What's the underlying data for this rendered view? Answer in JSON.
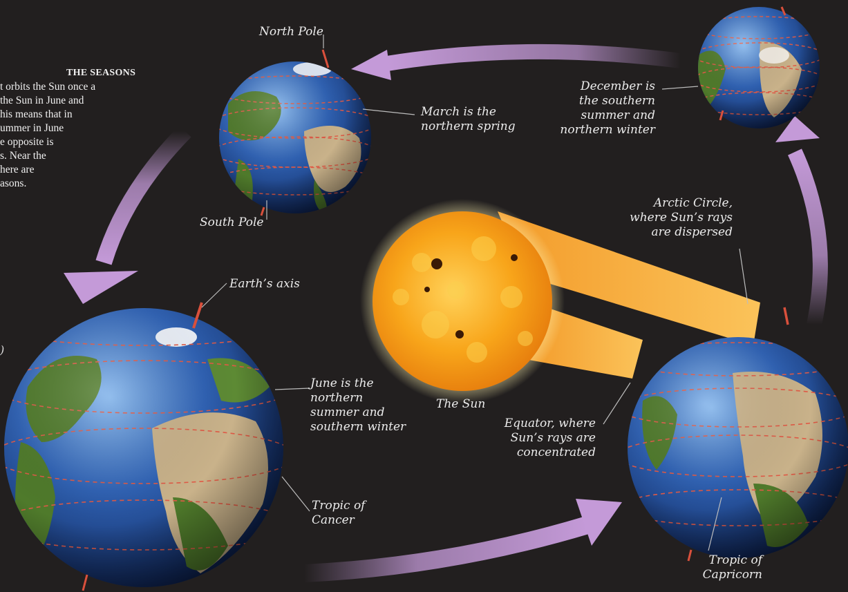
{
  "intro": {
    "title": "THE SEASONS",
    "lines": [
      "t orbits the Sun once a",
      "the Sun in June and",
      "his means that in",
      "ummer in June",
      "e opposite is",
      "s. Near the",
      "here are",
      "asons."
    ]
  },
  "edge_glyph": ")",
  "labels": {
    "north_pole": "North Pole",
    "south_pole": "South Pole",
    "march": [
      "March is the",
      "northern spring"
    ],
    "december": [
      "December is",
      "the southern",
      "summer and",
      "northern winter"
    ],
    "earths_axis": "Earth’s axis",
    "june": [
      "June is the",
      "northern",
      "summer and",
      "southern winter"
    ],
    "tropic_cancer": [
      "Tropic of",
      "Cancer"
    ],
    "the_sun": "The Sun",
    "arctic": [
      "Arctic Circle,",
      "where Sun’s rays",
      "are dispersed"
    ],
    "equator": [
      "Equator, where",
      "Sun’s rays are",
      "concentrated"
    ],
    "tropic_capricorn": [
      "Tropic of",
      "Capricorn"
    ]
  },
  "colors": {
    "background": "#221f1f",
    "arrow": "#c49ad8",
    "sun": "#f6a417",
    "ray": "#f7b445",
    "ocean": "#2f62b5",
    "land": "#4f7a2b",
    "desert": "#c9b28a",
    "axis": "#d9503c",
    "leader": "#bdbdbd"
  }
}
